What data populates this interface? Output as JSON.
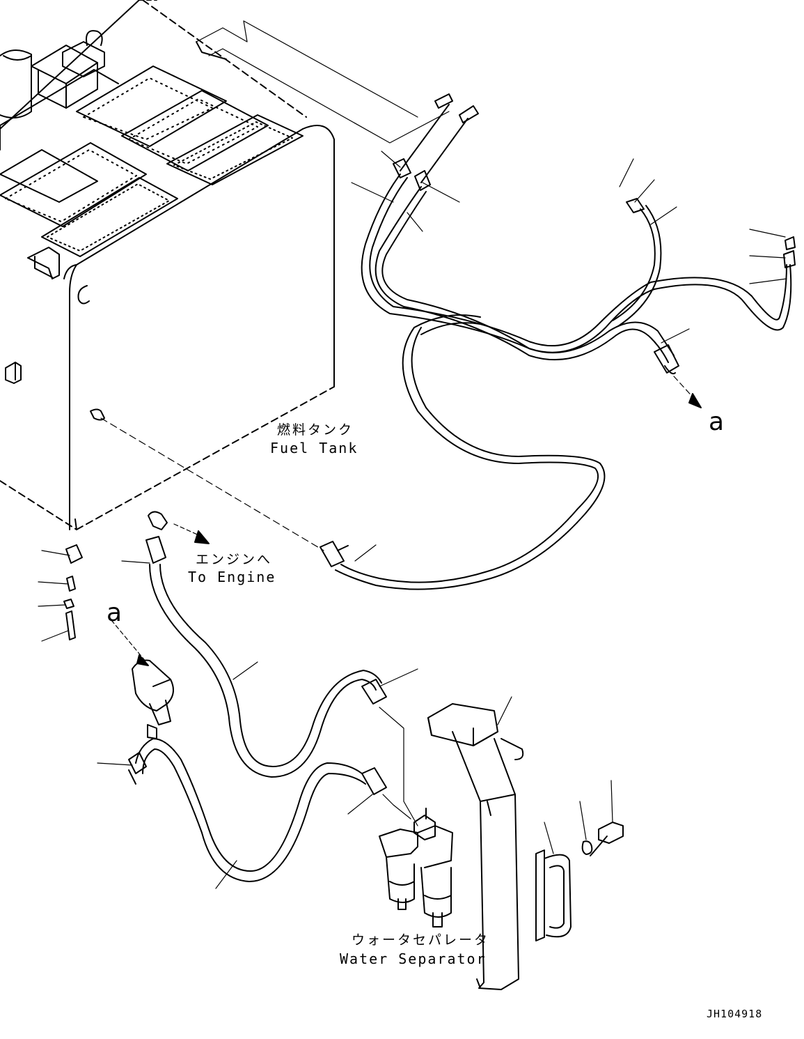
{
  "labels": {
    "fuel_tank_jp": "燃料タンク",
    "fuel_tank_en": "Fuel Tank",
    "to_engine_jp": "エンジンへ",
    "to_engine_en": "To Engine",
    "water_separator_jp": "ウォータセパレータ",
    "water_separator_en": "Water Separator",
    "ref_a_top": "a",
    "ref_a_left": "a",
    "drawing_code": "JH104918"
  }
}
